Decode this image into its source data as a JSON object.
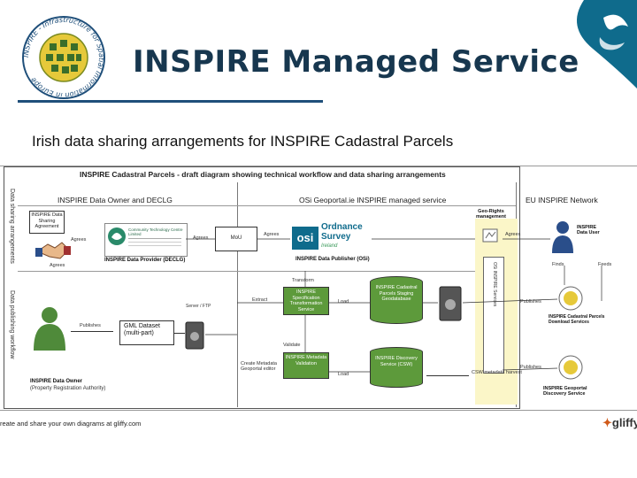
{
  "header": {
    "title": "INSPIRE Managed Service",
    "subtitle": "Irish data sharing arrangements for INSPIRE Cadastral Parcels"
  },
  "logo": {
    "ring_text": "INSPIRE - Infrastructure for Spatial Information in Europe"
  },
  "diagram": {
    "title": "INSPIRE Cadastral Parcels - draft diagram showing technical workflow and data sharing arrangements",
    "columns": {
      "left": "INSPIRE Data Owner and DECLG",
      "middle": "OSi Geoportal.ie INSPIRE managed service",
      "right": "EU INSPIRE Network"
    },
    "swimlanes": {
      "top": "Data sharing arrangements",
      "bottom": "Data publishing workflow"
    },
    "agreement_doc": "INSPIRE Data Sharing Agreement",
    "agrees_1": "Agrees",
    "agrees_2": "Agrees",
    "agrees_3": "Agrees",
    "agrees_4": "Agrees",
    "agrees_5": "Agrees",
    "mou_doc": "MoU",
    "provider_card": "Community Technology Centre Limited",
    "provider_label": "INSPIRE Data Provider (DECLG)",
    "osi_logo_osi": "osi",
    "osi_logo_line1": "Ordnance",
    "osi_logo_line2": "Survey",
    "osi_logo_line3": "Ireland",
    "publisher_label": "INSPIRE Data Publisher (OSi)",
    "geo_rights": "Geo-Rights management",
    "eu_data_user": "INSPIRE Data User",
    "finds": "Finds",
    "feeds": "Feeds",
    "transform": "Transform",
    "extract": "Extract",
    "load_1": "Load",
    "load_2": "Load",
    "transform_service": "INSPIRE Specification Transformation Service",
    "staging_db": "INSPIRE Cadastral Parcels Staging Geodatabase",
    "validate": "Validate",
    "create_metadata": "Create Metadata Geoportal editor",
    "metadata_validation": "INSPIRE Metadata Validation",
    "discovery_db": "INSPIRE Discovery Service (CSW)",
    "csw_harvest": "CSW metadata harvest",
    "publishes_1": "Publishes",
    "publishes_2": "Publishes",
    "publishes_3": "Publishes",
    "server_label": "Server / FTP",
    "gml_dataset": "GML Dataset (multi-part)",
    "osi_service_bar": "OSi INSPIRE Services",
    "download_service": "INSPIRE Cadastral Parcels Download Services",
    "data_owner": "INSPIRE Data Owner",
    "data_owner_sub": "(Property Registration Authority)",
    "discovery_service": "INSPIRE Geoportal Discovery Service"
  },
  "footer": {
    "credit": "reate and share your own diagrams at gliffy.com",
    "brand": "gliffy"
  },
  "colors": {
    "title": "#17374f",
    "rule": "#1f4f7a",
    "green": "#5d9a3b",
    "panel_yellow": "#fbf6c8",
    "osi_teal": "#0f6b8c"
  }
}
